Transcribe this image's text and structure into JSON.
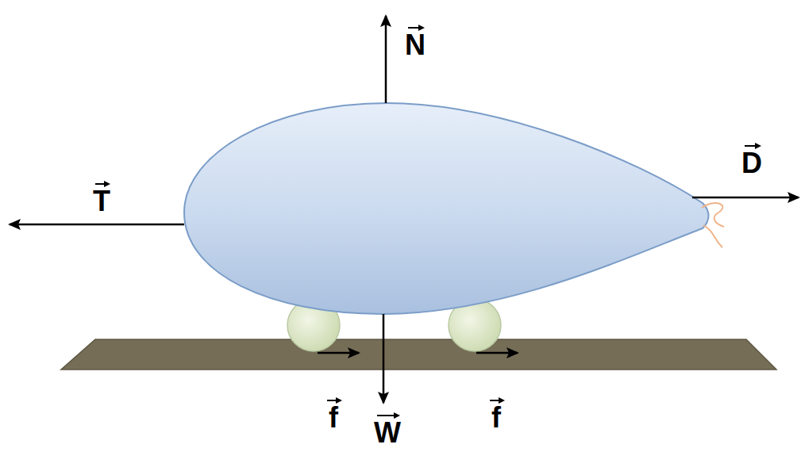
{
  "diagram": {
    "labels": [
      "N",
      "T",
      "D",
      "f",
      "W",
      "f"
    ]
  }
}
